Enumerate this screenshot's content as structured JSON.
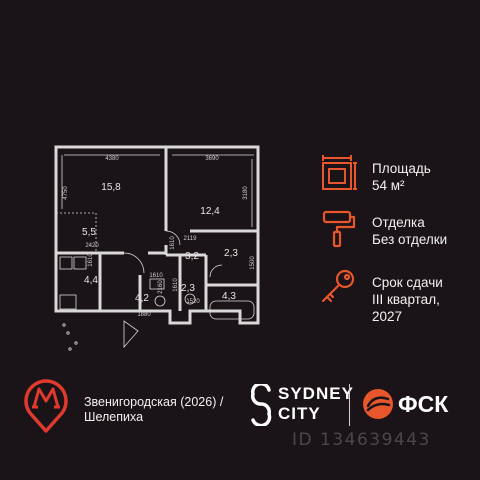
{
  "floorplan": {
    "rooms": [
      {
        "id": "living",
        "area": "15,8"
      },
      {
        "id": "bedroom",
        "area": "12,4"
      },
      {
        "id": "kitchen",
        "area": "5,5"
      },
      {
        "id": "hall",
        "area": "3,2"
      },
      {
        "id": "wc",
        "area": "2,3"
      },
      {
        "id": "storage",
        "area": "2,3"
      },
      {
        "id": "utility",
        "area": "4,4"
      },
      {
        "id": "entrance",
        "area": "4,2"
      },
      {
        "id": "bath",
        "area": "4,3"
      }
    ],
    "dimensions": [
      "4380",
      "3690",
      "4750",
      "3180",
      "2420",
      "2119",
      "1500",
      "1880",
      "1520",
      "2160",
      "1610",
      "1610",
      "1610",
      "1610"
    ]
  },
  "info": {
    "area_label": "Площадь",
    "area_value": "54 м²",
    "finish_label": "Отделка",
    "finish_value": "Без отделки",
    "delivery_label": "Срок сдачи",
    "delivery_value_1": "III квартал,",
    "delivery_value_2": "2027"
  },
  "metro": {
    "line1": "Звенигородская (2026) /",
    "line2": "Шелепиха"
  },
  "brand": {
    "line1": "SYDNEY",
    "line2": "CITY"
  },
  "developer": "ФСК",
  "watermark": "ID 134639443",
  "colors": {
    "background": "#1a1317",
    "accent": "#e8562b",
    "walls": "#d9d9d9"
  }
}
